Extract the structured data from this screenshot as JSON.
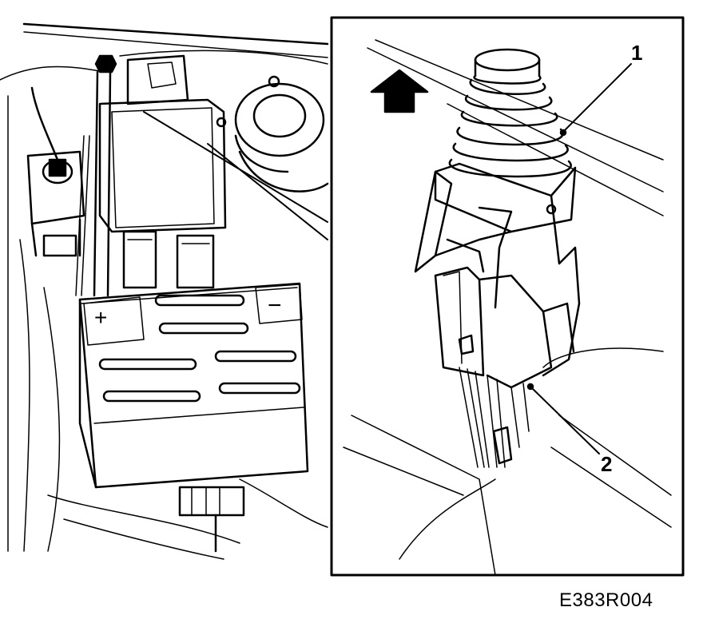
{
  "figure": {
    "reference_code": "E383R004"
  },
  "callouts": [
    {
      "number": "1"
    },
    {
      "number": "2"
    }
  ],
  "battery": {
    "positive_symbol": "+",
    "negative_symbol": "−"
  },
  "icons": {
    "direction_arrow": "arrow-up-icon"
  }
}
